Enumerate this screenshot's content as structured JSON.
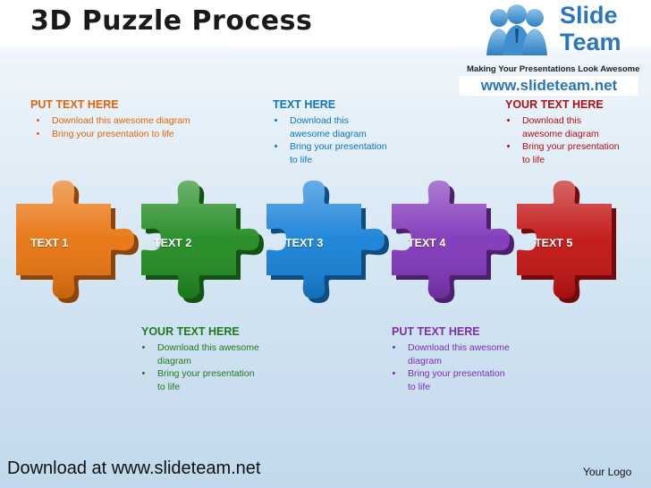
{
  "title": "3D Puzzle Process",
  "logo": {
    "brand_line1": "Slide",
    "brand_line2": "Team",
    "tagline": "Making Your Presentations Look Awesome",
    "url": "www.slideteam.net"
  },
  "colors": {
    "orange": "#e8730e",
    "green": "#1f8a1f",
    "blue": "#1680d8",
    "purple": "#7f35b8",
    "red": "#c21212"
  },
  "callouts_top": [
    {
      "heading": "PUT TEXT HERE",
      "bullets": [
        "Download this awesome diagram",
        "Bring your presentation to life"
      ]
    },
    {
      "heading": "TEXT HERE",
      "bullets": [
        "Download this awesome diagram",
        "Bring your presentation to life"
      ]
    },
    {
      "heading": "YOUR TEXT HERE",
      "bullets": [
        "Download this awesome diagram",
        "Bring your presentation to life"
      ]
    }
  ],
  "callouts_bottom": [
    {
      "heading": "YOUR TEXT HERE",
      "bullets": [
        "Download this awesome diagram",
        "Bring your presentation to life"
      ]
    },
    {
      "heading": "PUT TEXT HERE",
      "bullets": [
        "Download this awesome diagram",
        "Bring your presentation to life"
      ]
    }
  ],
  "pieces": [
    {
      "label": "TEXT 1"
    },
    {
      "label": "TEXT 2"
    },
    {
      "label": "TEXT 3"
    },
    {
      "label": "TEXT 4"
    },
    {
      "label": "TEXT 5"
    }
  ],
  "footer": {
    "download_text": "Download at www.slideteam.net",
    "logo_text": "Your Logo"
  }
}
